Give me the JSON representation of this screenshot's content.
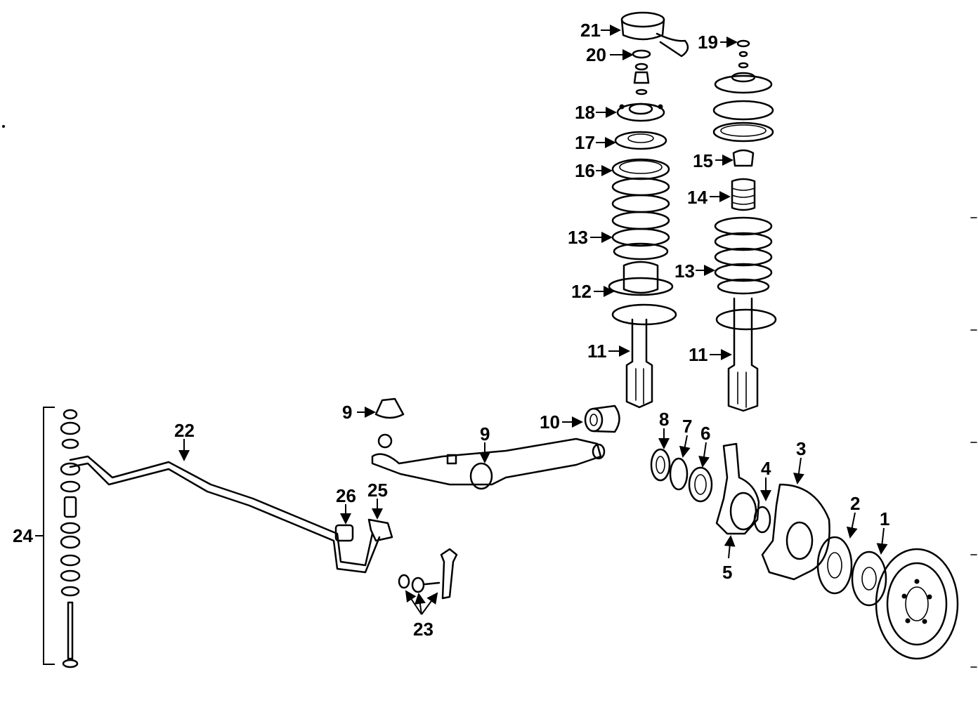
{
  "diagram": {
    "labels": {
      "p1": "1",
      "p2": "2",
      "p3": "3",
      "p4": "4",
      "p5": "5",
      "p6": "6",
      "p7": "7",
      "p8": "8",
      "p9a": "9",
      "p9b": "9",
      "p10": "10",
      "p11a": "11",
      "p11b": "11",
      "p12": "12",
      "p13a": "13",
      "p13b": "13",
      "p14": "14",
      "p15": "15",
      "p16": "16",
      "p17": "17",
      "p18": "18",
      "p19": "19",
      "p20": "20",
      "p21": "21",
      "p22": "22",
      "p23": "23",
      "p24": "24",
      "p25": "25",
      "p26": "26"
    }
  }
}
